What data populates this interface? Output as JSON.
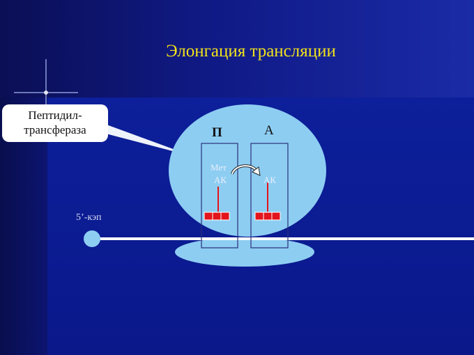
{
  "slide": {
    "title": "Элонгация трансляции",
    "callout": {
      "line1": "Пептидил-",
      "line2": "трансфераза"
    },
    "site_p_label": "П",
    "site_a_label": "А",
    "p_site_text": {
      "line1": "Мет",
      "line2": "АК"
    },
    "a_site_text": "АК",
    "cap_label": "5’-кэп"
  },
  "colors": {
    "background": "#0a1a8a",
    "title": "#f2e21a",
    "ribosome": "#8dcdf2",
    "codon": "#e3141b",
    "trna_stem": "#e3141b",
    "mrna": "#ffffff"
  }
}
